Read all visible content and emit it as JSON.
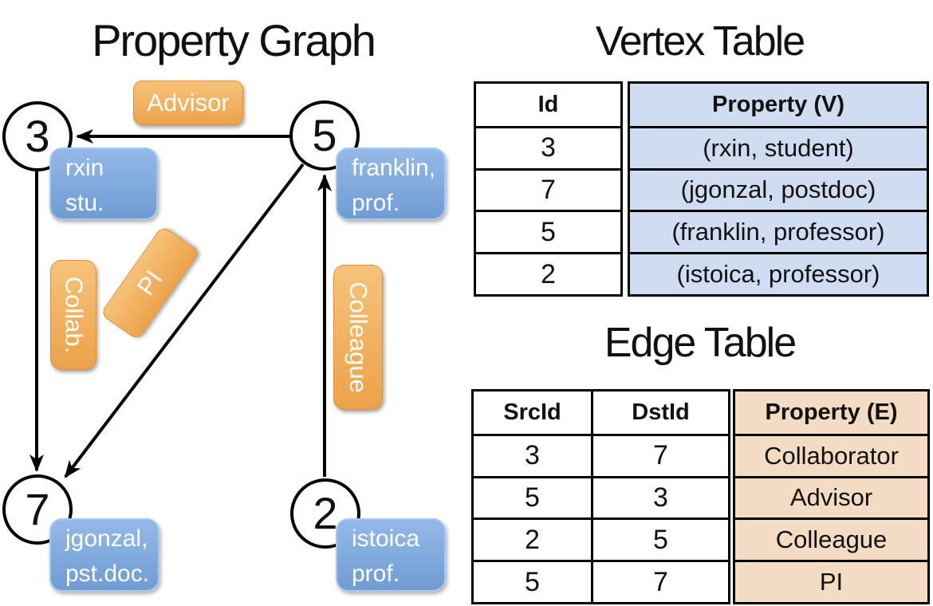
{
  "graph": {
    "title": "Property Graph",
    "nodes": [
      {
        "id": "3",
        "line1": "rxin",
        "line2": "stu."
      },
      {
        "id": "5",
        "line1": "franklin,",
        "line2": "prof."
      },
      {
        "id": "7",
        "line1": "jgonzal,",
        "line2": "pst.doc."
      },
      {
        "id": "2",
        "line1": "istoica",
        "line2": "prof."
      }
    ],
    "edge_labels": {
      "advisor": "Advisor",
      "collab": "Collab.",
      "pi": "PI",
      "colleague": "Colleague"
    },
    "edges": [
      {
        "src": "5",
        "dst": "3",
        "label": "Advisor"
      },
      {
        "src": "3",
        "dst": "7",
        "label": "Collab."
      },
      {
        "src": "5",
        "dst": "7",
        "label": "PI"
      },
      {
        "src": "2",
        "dst": "5",
        "label": "Colleague"
      }
    ]
  },
  "vertex_table": {
    "title": "Vertex Table",
    "columns": [
      "Id",
      "Property (V)"
    ],
    "rows": [
      [
        "3",
        "(rxin, student)"
      ],
      [
        "7",
        "(jgonzal, postdoc)"
      ],
      [
        "5",
        "(franklin, professor)"
      ],
      [
        "2",
        "(istoica, professor)"
      ]
    ]
  },
  "edge_table": {
    "title": "Edge Table",
    "columns": [
      "SrcId",
      "DstId",
      "Property (E)"
    ],
    "rows": [
      [
        "3",
        "7",
        "Collaborator"
      ],
      [
        "5",
        "3",
        "Advisor"
      ],
      [
        "2",
        "5",
        "Colleague"
      ],
      [
        "5",
        "7",
        "PI"
      ]
    ]
  },
  "colors": {
    "edge_label_orange": "#EFA750",
    "vertex_box_blue": "#7EA6DB",
    "vertex_property_column_bg": "#CFDCF1",
    "edge_property_column_bg": "#F4DCC2",
    "line_black": "#000000"
  }
}
